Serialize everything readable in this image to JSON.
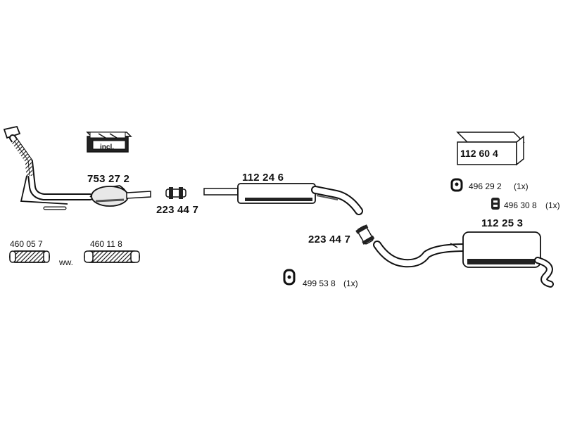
{
  "kit_box": {
    "label": "incl."
  },
  "set_box": {
    "part_no": "112 60 4"
  },
  "parts": {
    "front_pipe_cat": "753 27 2",
    "clamp_front": "223 44 7",
    "middle_silencer": "112 24 6",
    "clamp_rear": "223 44 7",
    "rear_silencer": "112 25 3",
    "hanger_1": "496 29 2",
    "hanger_1_qty": "(1x)",
    "hanger_2": "496 30 8",
    "hanger_2_qty": "(1x)",
    "hanger_3": "499 53 8",
    "hanger_3_qty": "(1x)",
    "flex_pipe_a": "460 05 7",
    "flex_pipe_b": "460 11 8",
    "alternative": "ww."
  }
}
